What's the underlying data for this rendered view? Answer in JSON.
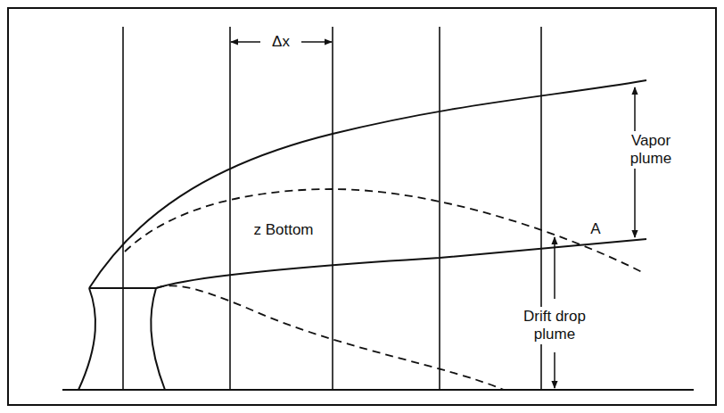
{
  "diagram": {
    "labels": [
      "Δx",
      "Vapor plume",
      "z Bottom",
      "A",
      "Drift drop plume"
    ]
  }
}
